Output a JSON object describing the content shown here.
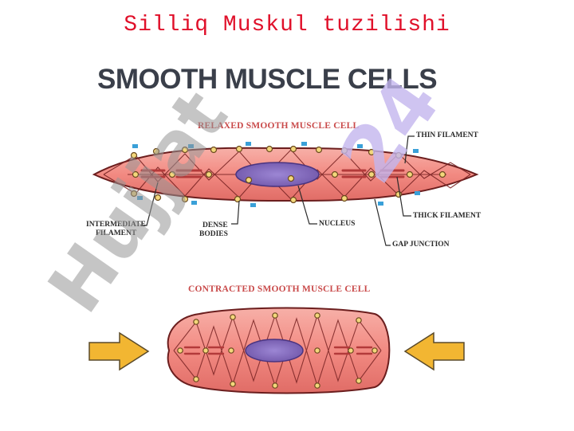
{
  "slide_title": "Silliq Muskul tuzilishi",
  "diagram": {
    "title": "SMOOTH MUSCLE CELLS",
    "relaxed_title": "RELAXED SMOOTH MUSCLE CELL",
    "contracted_title": "CONTRACTED SMOOTH MUSCLE CELL",
    "labels": {
      "thin_filament": "THIN FILAMENT",
      "thick_filament": "THICK FILAMENT",
      "gap_junction": "GAP JUNCTION",
      "nucleus": "NUCLEUS",
      "dense_bodies_1": "DENSE",
      "dense_bodies_2": "BODIES",
      "intermediate_filament_1": "INTERMEDIATE",
      "intermediate_filament_2": "FILAMENT"
    }
  },
  "watermark": {
    "text_left": "Hujjat",
    "text_right": "24"
  },
  "colors": {
    "slide_title": "#e0102a",
    "title_text": "#3a3f4a",
    "section_title": "#c94a4a",
    "cell_fill": "#f28a82",
    "cell_stroke": "#6b1e1e",
    "nucleus": "#7d63b8",
    "dense_body": "#f3d77b",
    "gap_junction": "#3aa0d8",
    "arrow": "#f2b632",
    "watermark_grey": "#9a9a9a",
    "watermark_purple": "#c3b5ee"
  }
}
